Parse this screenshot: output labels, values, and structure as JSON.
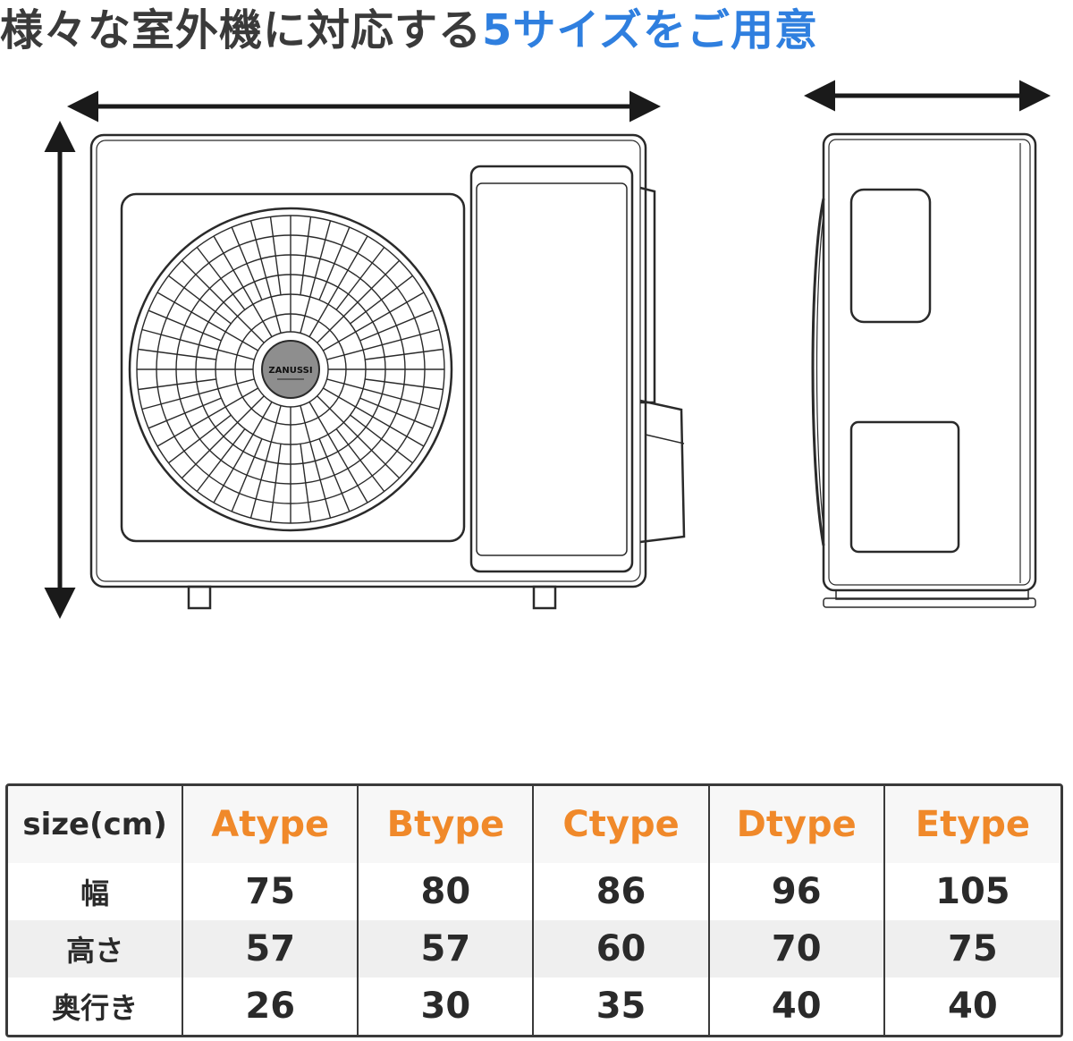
{
  "header": {
    "title_dark": "様々な室外機に対応する",
    "title_blue": "5サイズをご用意"
  },
  "diagram": {
    "logo_text": "ZANUSSI"
  },
  "table": {
    "corner_label": "size(cm)",
    "columns": [
      "Atype",
      "Btype",
      "Ctype",
      "Dtype",
      "Etype"
    ],
    "rows": [
      {
        "label": "幅",
        "values": [
          "75",
          "80",
          "86",
          "96",
          "105"
        ]
      },
      {
        "label": "高さ",
        "values": [
          "57",
          "57",
          "60",
          "70",
          "75"
        ]
      },
      {
        "label": "奥行き",
        "values": [
          "26",
          "30",
          "35",
          "40",
          "40"
        ]
      }
    ]
  }
}
